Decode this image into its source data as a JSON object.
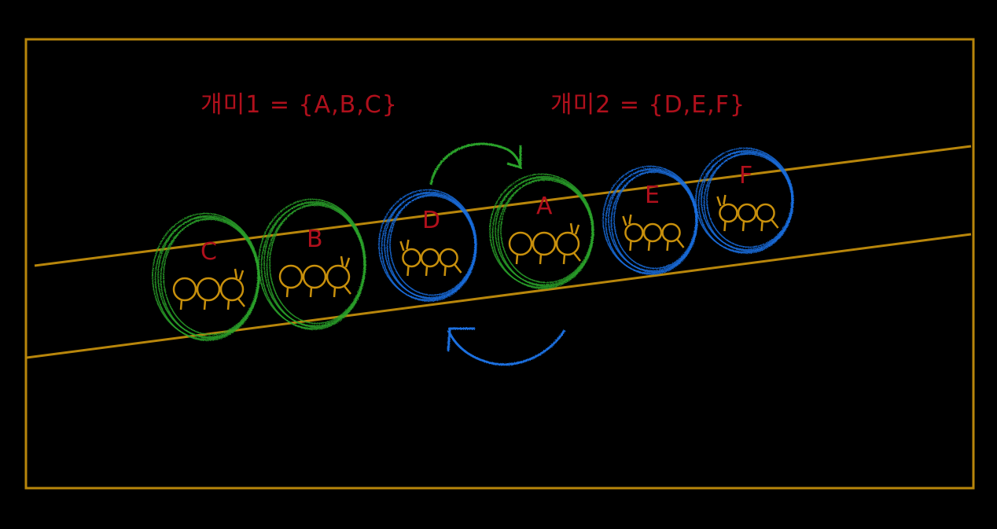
{
  "colors": {
    "background": "#000000",
    "frame": "#b8860b",
    "path_lines": "#b8860b",
    "ant_body": "#c8900c",
    "text_red": "#b0101c",
    "group1_circle": "#2aa32a",
    "group2_circle": "#1a6fe0"
  },
  "sets": [
    {
      "text": "개미1 = {A,B,C}",
      "color": "red"
    },
    {
      "text": "개미2 = {D,E,F}",
      "color": "red"
    }
  ],
  "ants": [
    {
      "label": "C",
      "group": "개미1",
      "circle_color": "green",
      "facing": "right"
    },
    {
      "label": "B",
      "group": "개미1",
      "circle_color": "green",
      "facing": "right"
    },
    {
      "label": "D",
      "group": "개미2",
      "circle_color": "blue",
      "facing": "left"
    },
    {
      "label": "A",
      "group": "개미1",
      "circle_color": "green",
      "facing": "right"
    },
    {
      "label": "E",
      "group": "개미2",
      "circle_color": "blue",
      "facing": "left"
    },
    {
      "label": "F",
      "group": "개미2",
      "circle_color": "blue",
      "facing": "left"
    }
  ],
  "arrows": [
    {
      "name": "green-swap-arrow",
      "color": "green",
      "direction": "left-to-right over top"
    },
    {
      "name": "blue-swap-arrow",
      "color": "blue",
      "direction": "right-to-left under bottom"
    }
  ]
}
